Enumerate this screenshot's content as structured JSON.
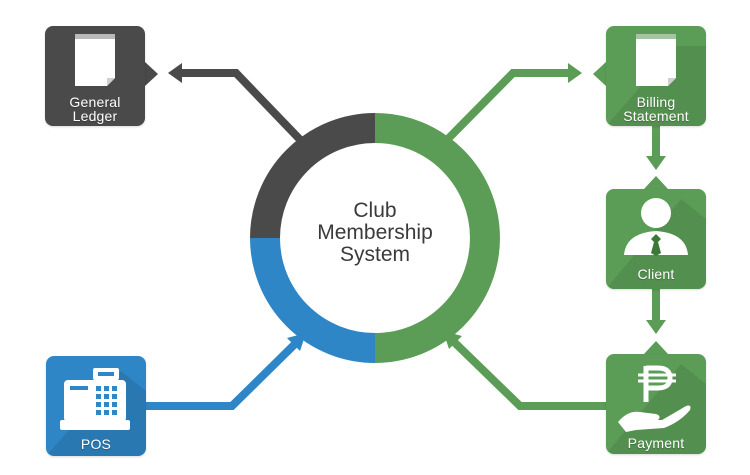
{
  "hub": {
    "lines": [
      "Club",
      "Membership",
      "System"
    ]
  },
  "nodes": {
    "general_ledger": {
      "lines": [
        "General",
        "Ledger"
      ],
      "icon": "document-icon"
    },
    "billing_statement": {
      "lines": [
        "Billing",
        "Statement"
      ],
      "icon": "document-icon"
    },
    "client": {
      "label": "Client",
      "icon": "person-with-tie-icon"
    },
    "payment": {
      "label": "Payment",
      "icon": "peso-hand-icon"
    },
    "pos": {
      "label": "POS",
      "icon": "cash-register-icon"
    }
  },
  "colors": {
    "dark": "#4a4a4a",
    "green": "#5b9c56",
    "blue": "#2e86c6"
  }
}
